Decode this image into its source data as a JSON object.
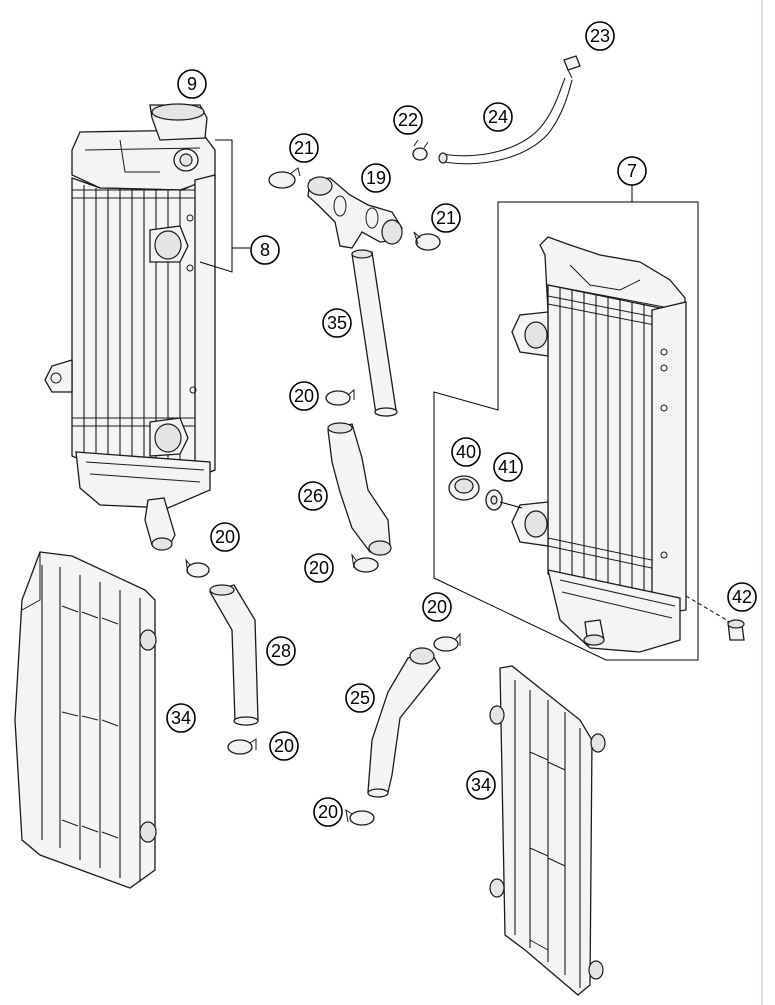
{
  "diagram": {
    "callouts": {
      "c7": "7",
      "c8": "8",
      "c9": "9",
      "c19": "19",
      "c20a": "20",
      "c20b": "20",
      "c20c": "20",
      "c20d": "20",
      "c20e": "20",
      "c20f": "20",
      "c21a": "21",
      "c21b": "21",
      "c22": "22",
      "c23": "23",
      "c24": "24",
      "c25": "25",
      "c26": "26",
      "c28": "28",
      "c34a": "34",
      "c34b": "34",
      "c35": "35",
      "c40": "40",
      "c41": "41",
      "c42": "42"
    }
  }
}
